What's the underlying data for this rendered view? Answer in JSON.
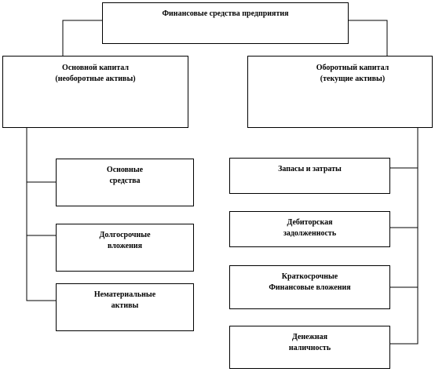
{
  "root": {
    "label": "Финансовые средства предприятия"
  },
  "left_branch": {
    "title_line1": "Основной капитал",
    "title_line2": "(необоротные активы)",
    "items": [
      {
        "line1": "Основные",
        "line2": "средства"
      },
      {
        "line1": "Долгосрочные",
        "line2": "вложения"
      },
      {
        "line1": "Нематериальные",
        "line2": "активы"
      }
    ]
  },
  "right_branch": {
    "title_line1": "Оборотный капитал",
    "title_line2": "(текущие активы)",
    "items": [
      {
        "line1": "Запасы и затраты",
        "line2": ""
      },
      {
        "line1": "Дебиторская",
        "line2": "задолженность"
      },
      {
        "line1": "Краткосрочные",
        "line2": "Финансовые вложения"
      },
      {
        "line1": "Денежная",
        "line2": "наличность"
      }
    ]
  }
}
